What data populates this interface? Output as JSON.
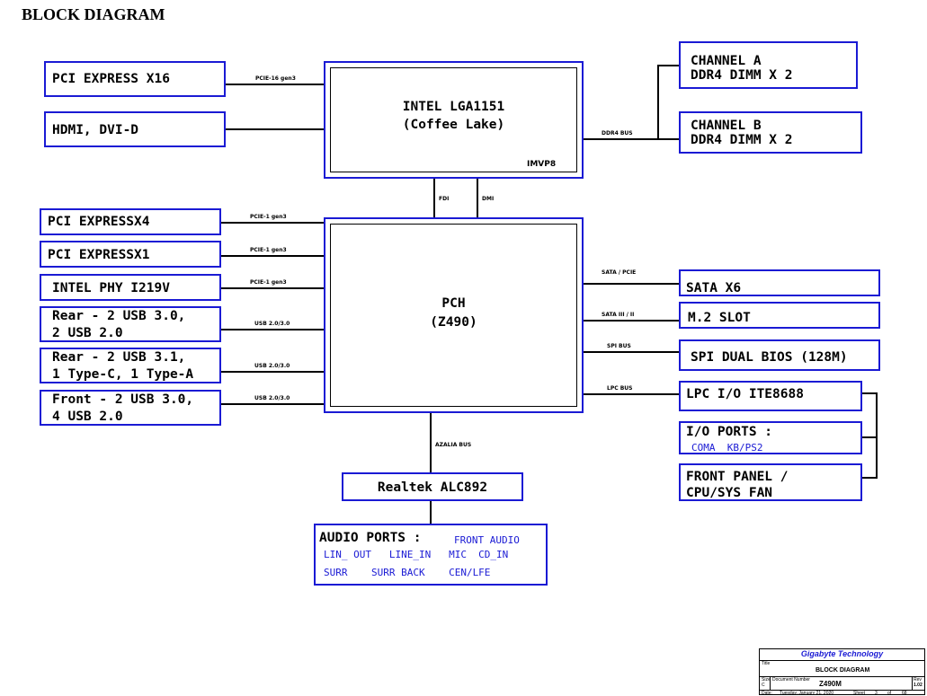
{
  "title": "BLOCK DIAGRAM",
  "cpu": {
    "name": "INTEL LGA1151",
    "codename": "(Coffee Lake)",
    "vr": "IMVP8"
  },
  "pch": {
    "name": "PCH",
    "model": "(Z490)"
  },
  "left_top": [
    {
      "label": "PCI EXPRESS X16",
      "bus": "PCIE-16 gen3"
    },
    {
      "label": "HDMI, DVI-D",
      "bus": ""
    }
  ],
  "left_pch": [
    {
      "line1": "PCI EXPRESSX4",
      "line2": "",
      "bus": "PCIE-1 gen3"
    },
    {
      "line1": "PCI EXPRESSX1",
      "line2": "",
      "bus": "PCIE-1 gen3"
    },
    {
      "line1": "INTEL PHY I219V",
      "line2": "",
      "bus": "PCIE-1 gen3"
    },
    {
      "line1": "Rear - 2 USB 3.0,",
      "line2": "2 USB 2.0",
      "bus": "USB 2.0/3.0"
    },
    {
      "line1": "Rear - 2 USB 3.1,",
      "line2": "1 Type-C, 1 Type-A",
      "bus": "USB 2.0/3.0"
    },
    {
      "line1": "Front - 2 USB 3.0,",
      "line2": "4 USB 2.0",
      "bus": "USB 2.0/3.0"
    }
  ],
  "memory": {
    "bus": "DDR4 BUS",
    "channel_a": {
      "line1": "CHANNEL A",
      "line2": "DDR4 DIMM X 2"
    },
    "channel_b": {
      "line1": "CHANNEL B",
      "line2": "DDR4 DIMM X 2"
    }
  },
  "cpu_pch_links": {
    "fdi": "FDI",
    "dmi": "DMI"
  },
  "right_pch": [
    {
      "label": "SATA X6",
      "bus": "SATA / PCIE"
    },
    {
      "label": "M.2 SLOT",
      "bus": "SATA III / II"
    },
    {
      "label": "SPI DUAL BIOS (128M)",
      "bus": "SPI BUS"
    },
    {
      "label": "LPC I/O ITE8688",
      "bus": "LPC BUS"
    }
  ],
  "io_ports": {
    "title": "I/O PORTS :",
    "items": "COMA  KB/PS2"
  },
  "front_panel": {
    "line1": "FRONT PANEL /",
    "line2": "CPU/SYS FAN"
  },
  "audio_codec": {
    "label": "Realtek ALC892",
    "bus": "AZALIA BUS"
  },
  "audio_ports": {
    "title": "AUDIO PORTS :",
    "row1_extra": "FRONT AUDIO",
    "row2": "LIN_ OUT   LINE_IN   MIC  CD_IN",
    "row3": "SURR    SURR BACK    CEN/LFE"
  },
  "title_block": {
    "company": "Gigabyte Technology",
    "title_lbl": "Title",
    "title": "BLOCK DIAGRAM",
    "size_lbl": "Size",
    "size": "C",
    "docnum_lbl": "Document Number",
    "docnum": "Z490M",
    "rev_lbl": "Rev",
    "rev": "1.02",
    "date_lbl": "Date:",
    "date": "Tuesday, January 21, 2020",
    "sheet_lbl": "Sheet",
    "sheet": "3",
    "of_lbl": "of",
    "of": "68"
  }
}
